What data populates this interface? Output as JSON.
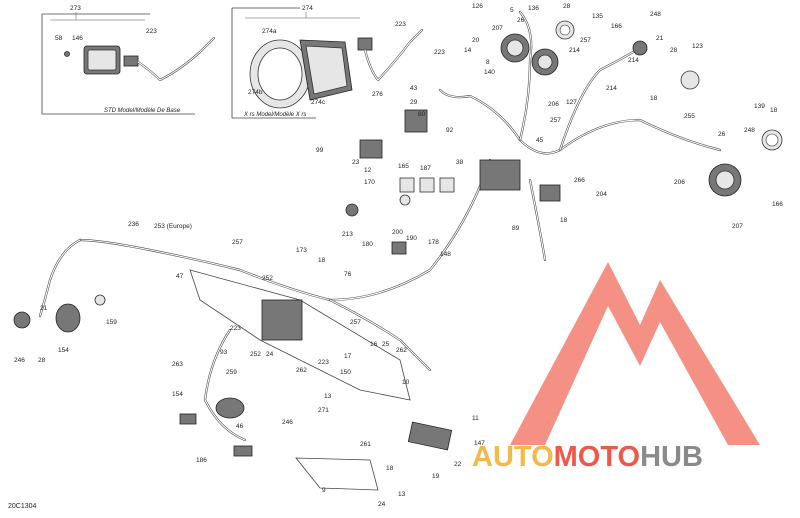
{
  "diagram": {
    "code": "20C1304",
    "boxes": {
      "std": {
        "number": "273",
        "caption": "STD Model/Modèle De Base"
      },
      "xrs": {
        "number": "274",
        "caption": "X rs Model/Modèle X rs"
      }
    },
    "labels": {
      "l58": "58",
      "l146": "146",
      "l223a": "223",
      "l273": "273",
      "l274": "274",
      "l274a": "274a",
      "l274b": "274b",
      "l274c": "274c",
      "l223b": "223",
      "l126": "126",
      "l5": "5",
      "l136": "136",
      "l28a": "28",
      "l135": "135",
      "l166a": "166",
      "l248a": "248",
      "l20": "20",
      "l207a": "207",
      "l26a": "26",
      "l14": "14",
      "l140": "140",
      "l8": "8",
      "l206a": "206",
      "l127": "127",
      "l214a": "214",
      "l257a": "257",
      "l21a": "21",
      "l28b": "28",
      "l214b": "214",
      "l123": "123",
      "l214c": "214",
      "l18a": "18",
      "l255": "255",
      "l223c": "223",
      "l276": "276",
      "l43": "43",
      "l29": "29",
      "l80": "80",
      "l92": "92",
      "l99": "99",
      "l23": "23",
      "l12": "12",
      "l170": "170",
      "l165": "165",
      "l187": "187",
      "l38": "38",
      "l45": "45",
      "l257b": "257",
      "l266": "266",
      "l204": "204",
      "l18b": "18",
      "l213": "213",
      "l200": "200",
      "l190": "190",
      "l178": "178",
      "l89": "89",
      "l148": "148",
      "l180": "180",
      "l139": "139",
      "l26b": "26",
      "l248b": "248",
      "l18c": "18",
      "l206b": "206",
      "l207b": "207",
      "l166b": "166",
      "l236": "236",
      "l253": "253 (Europe)",
      "l257c": "257",
      "l173": "173",
      "l18d": "18",
      "l252a": "252",
      "l47": "47",
      "l76": "76",
      "l21b": "21",
      "l159": "159",
      "l246a": "246",
      "l28c": "28",
      "l154a": "154",
      "l223d": "223",
      "l257d": "257",
      "l93": "93",
      "l252b": "252",
      "l24a": "24",
      "l262a": "262",
      "l16": "16",
      "l25": "25",
      "l262b": "262",
      "l263": "263",
      "l223e": "223",
      "l17": "17",
      "l150": "150",
      "l259": "259",
      "l10": "10",
      "l13a": "13",
      "l154b": "154",
      "l271": "271",
      "l246b": "246",
      "l46": "46",
      "l186": "186",
      "l11": "11",
      "l147": "147",
      "l261": "261",
      "l22": "22",
      "l18e": "18",
      "l19": "19",
      "l13b": "13",
      "l9": "9",
      "l24b": "24"
    }
  },
  "watermark": {
    "letters": [
      {
        "text": "AUTO",
        "color": "#f5b94a"
      },
      {
        "text": "MOTO",
        "color": "#ef5a48"
      },
      {
        "text": "HUB",
        "color": "#8a8a8a"
      }
    ],
    "logo_color": "#ef4e3a"
  }
}
